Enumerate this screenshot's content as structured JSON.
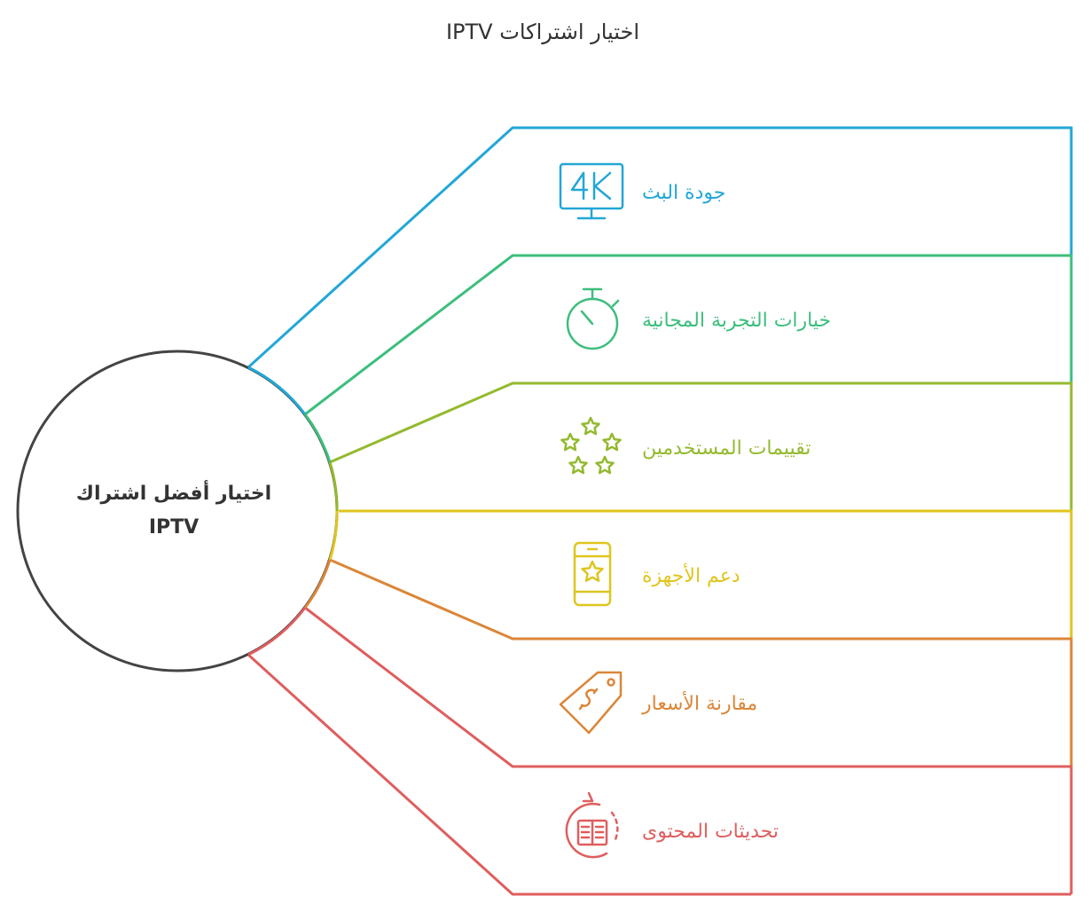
{
  "title": "IPTV اختيار اشتراكات",
  "hub": {
    "line1": "اختيار أفضل اشتراك",
    "line2": "IPTV"
  },
  "colors": {
    "hub_stroke": "#444444",
    "text_dark": "#333333",
    "blue": "#22A7D6",
    "green": "#3DBE7D",
    "lime": "#93BA2E",
    "yellow": "#DFC51E",
    "orange": "#DB8638",
    "red": "#DF5E5E"
  },
  "items": [
    {
      "label": "جودة البث",
      "color": "#22A7D6",
      "icon": "4k-monitor-icon"
    },
    {
      "label": "خيارات التجربة المجانية",
      "color": "#3DBE7D",
      "icon": "stopwatch-icon"
    },
    {
      "label": "تقييمات المستخدمين",
      "color": "#93BA2E",
      "icon": "stars-icon"
    },
    {
      "label": "دعم الأجهزة",
      "color": "#DFC51E",
      "icon": "smartphone-star-icon"
    },
    {
      "label": "مقارنة الأسعار",
      "color": "#DB8638",
      "icon": "price-tag-icon"
    },
    {
      "label": "تحديثات المحتوى",
      "color": "#DF5E5E",
      "icon": "content-update-icon"
    }
  ]
}
